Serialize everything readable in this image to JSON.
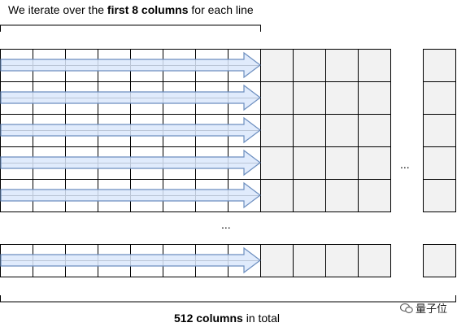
{
  "top_label": {
    "pre": "We iterate over the ",
    "bold": "first 8 columns",
    "post": " for each line"
  },
  "bottom_label": {
    "bold": "512 columns",
    "post": " in total"
  },
  "ellipsis_vertical": "...",
  "ellipsis_horizontal": "...",
  "watermark": "量子位",
  "colors": {
    "cell_white": "#ffffff",
    "cell_gray": "#f2f2f2",
    "grid_line": "#000000",
    "arrow_fill": "#dae8fc",
    "arrow_stroke": "#6c8ebf"
  }
}
